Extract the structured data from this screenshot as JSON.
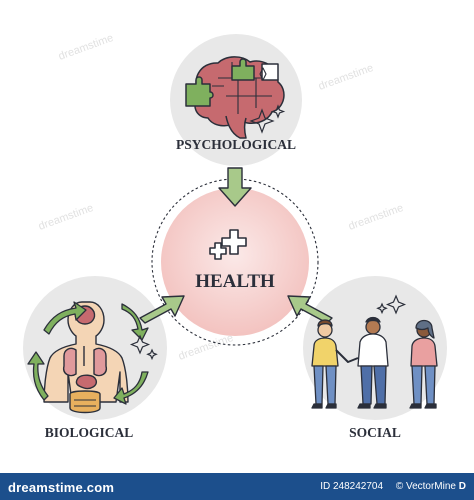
{
  "diagram": {
    "center_label": "HEALTH",
    "nodes": [
      {
        "id": "psychological",
        "label": "PSYCHOLOGICAL",
        "icon": "brain-puzzle-icon"
      },
      {
        "id": "biological",
        "label": "BIOLOGICAL",
        "icon": "body-organs-icon"
      },
      {
        "id": "social",
        "label": "SOCIAL",
        "icon": "people-group-icon"
      }
    ],
    "colors": {
      "arrow": "#a8c98a",
      "center_fill": "#f3c3c0",
      "node_fill": "#e8e8e8",
      "outline": "#2b2f3a",
      "brain": "#c66a6f",
      "puzzle_green": "#7fb05e"
    }
  },
  "watermark": "dreamstime",
  "footer": {
    "site": "dreamstime.com",
    "image_id": "ID 248242704",
    "author": "© VectorMine",
    "logo": "D"
  }
}
